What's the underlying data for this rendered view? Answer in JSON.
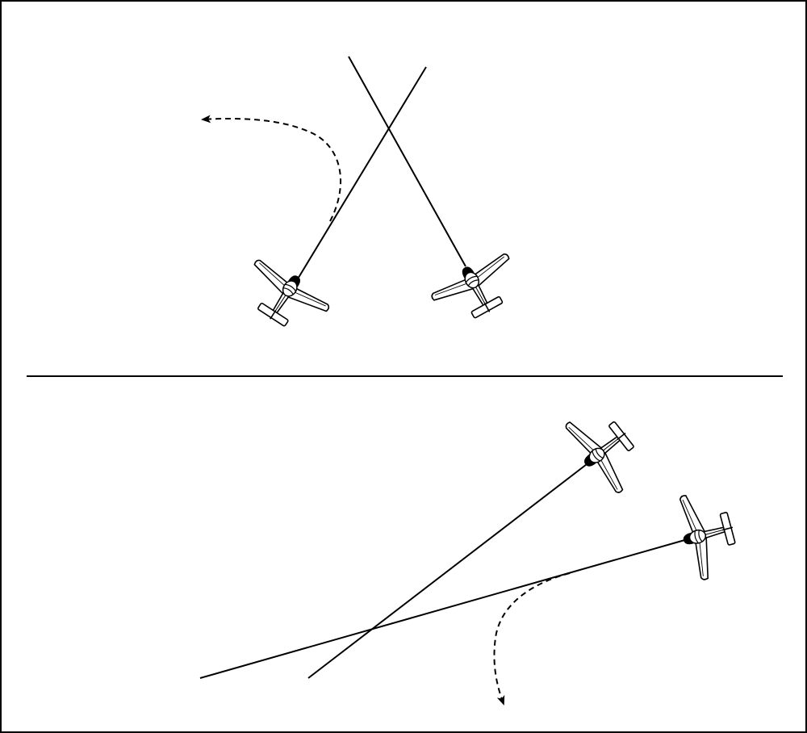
{
  "figure": {
    "panels": [
      {
        "name": "converging-paths",
        "aircraft": [
          {
            "name": "left-aircraft",
            "heading_deg": 33
          },
          {
            "name": "right-aircraft",
            "heading_deg": -29
          }
        ],
        "avoidance_turn": "left"
      },
      {
        "name": "overtaking-paths",
        "aircraft": [
          {
            "name": "upper-aircraft",
            "heading_deg": 232
          },
          {
            "name": "lower-aircraft",
            "heading_deg": 255
          }
        ],
        "avoidance_turn": "down"
      }
    ],
    "colors": {
      "stroke": "#000000",
      "fill": "#ffffff",
      "nose": "#000000"
    }
  }
}
